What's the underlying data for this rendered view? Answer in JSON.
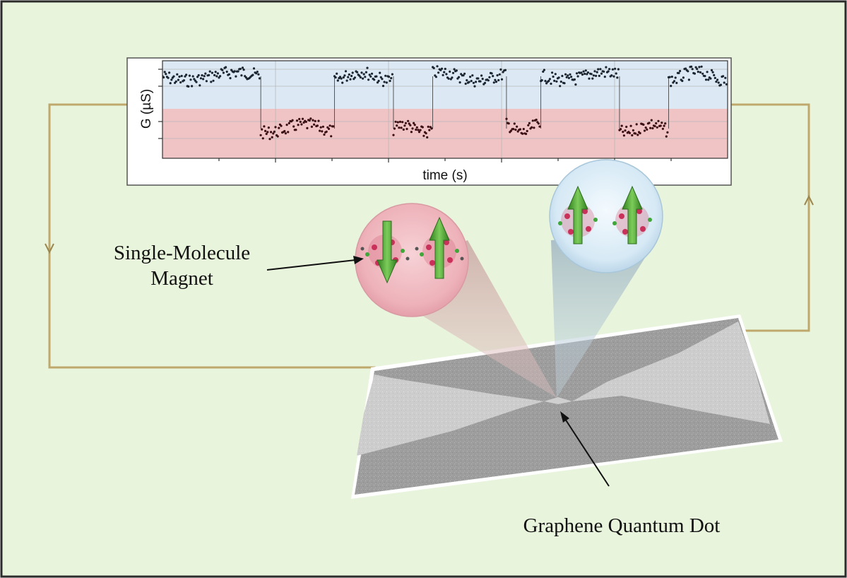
{
  "labels": {
    "single_molecule_magnet_line1": "Single-Molecule",
    "single_molecule_magnet_line2": "Magnet",
    "graphene_quantum_dot": "Graphene Quantum Dot"
  },
  "trace": {
    "ylabel": "G (µS)",
    "xlabel": "time (s)",
    "high_band_color": "#dce9f5",
    "low_band_color": "#f0c3c5",
    "high_trace_color": "#1b2530",
    "low_trace_color": "#3a0e12",
    "states": [
      "high",
      "low",
      "high",
      "low",
      "high",
      "low",
      "high",
      "low",
      "high"
    ],
    "state_fractions": [
      0.2,
      0.15,
      0.12,
      0.08,
      0.15,
      0.07,
      0.16,
      0.1,
      0.12
    ]
  },
  "colors": {
    "background": "#e8f4dc",
    "border": "#2b2b2b",
    "wire": "#bfa86c",
    "arrow_green": "#3a9a2a",
    "red_lens": "#f0b9bf",
    "blue_lens": "#d8ebf6",
    "device": "#a7a7a7"
  }
}
